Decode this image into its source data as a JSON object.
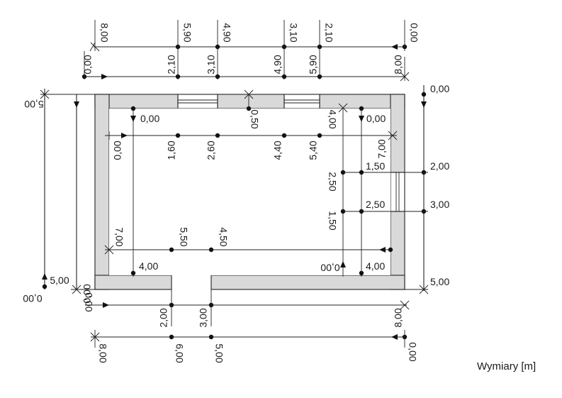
{
  "unit_label": "Wymiary [m]",
  "top_outer": [
    "8,00",
    "5,90",
    "4,90",
    "3,10",
    "2,10",
    "0,00"
  ],
  "top_inner": [
    "0,00",
    "2,10",
    "3,10",
    "4,90",
    "5,90",
    "8,00"
  ],
  "bottom_inner": [
    "0,00",
    "2,00",
    "3,00",
    "8,00"
  ],
  "bottom_outer": [
    "8,00",
    "6,00",
    "5,00",
    "0,00"
  ],
  "right_outer": [
    "0,00",
    "2,00",
    "3,00",
    "5,00"
  ],
  "left_outer": [
    "5,00",
    "0,00"
  ],
  "left_inner": [
    "5,00",
    "0,00"
  ],
  "interior": {
    "top_ref": "0,00",
    "window_depth": "0,50",
    "right_ref": "0,00",
    "row": [
      "0,00",
      "1,60",
      "2,60",
      "4,40",
      "5,40",
      "7,00"
    ],
    "vert_4": "4,00",
    "vert_25": "2,50",
    "vert_15": "1,50",
    "mark_15": "1,50",
    "mark_25": "2,50",
    "vert_7": "7,00",
    "row_bottom": [
      "5,50",
      "4,50"
    ],
    "left_4": "4,00",
    "bottom_ref": "0,00",
    "right_4": "4,00"
  }
}
